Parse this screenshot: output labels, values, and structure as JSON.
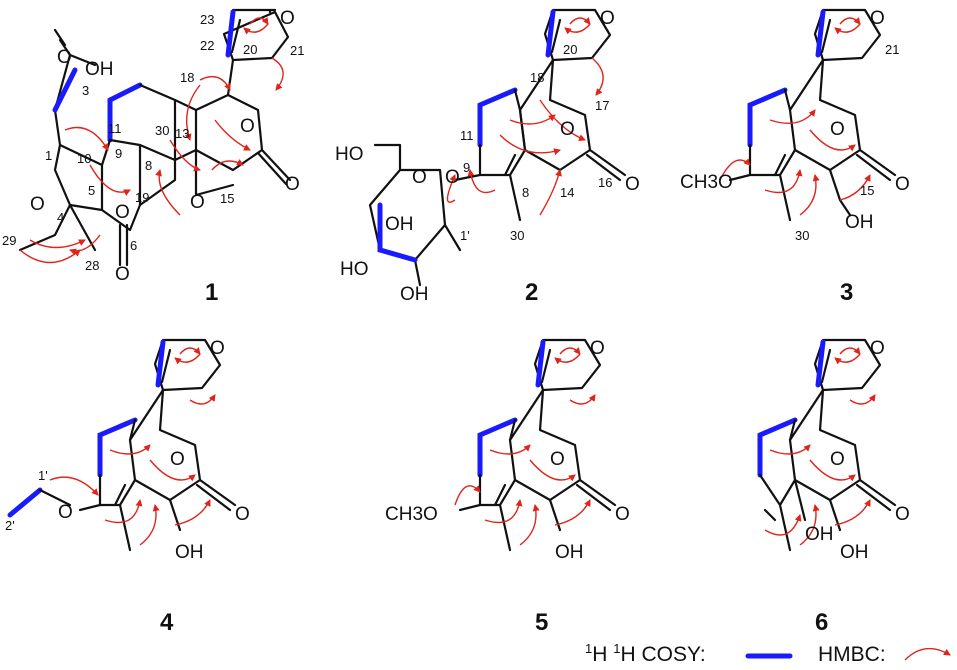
{
  "compounds": [
    {
      "id": "1",
      "atoms": {
        "o_furan": "O",
        "oh": "OH",
        "o_carbonyl_acid": "O",
        "o_ether_left": "O",
        "o_ether_19": "O",
        "o_ether_15": "O",
        "o_lactone_ring": "O",
        "o_lactone_co": "O",
        "o_ketone": "O"
      },
      "numbers": {
        "n23": "23",
        "n22": "22",
        "n20": "20",
        "n21": "21",
        "n3": "3",
        "n18": "18",
        "n11": "11",
        "n30": "30",
        "n13": "13",
        "n9": "9",
        "n1": "1",
        "n10": "10",
        "n8": "8",
        "n4": "4",
        "n5": "5",
        "n19": "19",
        "n15": "15",
        "n29": "29",
        "n28": "28",
        "n6": "6"
      }
    },
    {
      "id": "2",
      "atoms": {
        "o_furan": "O",
        "ho_top": "HO",
        "o_ring": "O",
        "o_glyc": "O",
        "ho_left": "HO",
        "oh_mid": "OH",
        "oh_bottom": "OH",
        "o_lactone_ring": "O",
        "o_lactone_co": "O"
      },
      "numbers": {
        "n20": "20",
        "n18": "18",
        "n17": "17",
        "n11": "11",
        "n9": "9",
        "n1p": "1'",
        "n8": "8",
        "n14": "14",
        "n16": "16",
        "n30": "30"
      }
    },
    {
      "id": "3",
      "atoms": {
        "o_furan": "O",
        "och3": "CH3O",
        "o_lactone_ring": "O",
        "o_lactone_co": "O",
        "oh": "OH"
      },
      "numbers": {
        "n21": "21",
        "n15": "15",
        "n30": "30"
      }
    },
    {
      "id": "4",
      "atoms": {
        "o_furan": "O",
        "o_ether": "O",
        "o_lactone_ring": "O",
        "o_lactone_co": "O",
        "oh": "OH"
      },
      "numbers": {
        "n1p": "1'",
        "n2p": "2'"
      }
    },
    {
      "id": "5",
      "atoms": {
        "o_furan": "O",
        "och3": "CH3O",
        "o_lactone_ring": "O",
        "o_lactone_co": "O",
        "oh": "OH"
      },
      "numbers": {}
    },
    {
      "id": "6",
      "atoms": {
        "o_furan": "O",
        "o_lactone_ring": "O",
        "o_lactone_co": "O",
        "oh_left": "OH",
        "oh_right": "OH"
      },
      "numbers": {}
    }
  ],
  "legend": {
    "cosy_label": "1H 1H COSY:",
    "cosy_sup_1": "1",
    "cosy_h_1": "H ",
    "cosy_sup_2": "1",
    "cosy_h_2": "H COSY:",
    "hmbc_label": "HMBC:",
    "cosy_color": "#1a1aff",
    "hmbc_color": "#e0241b"
  }
}
